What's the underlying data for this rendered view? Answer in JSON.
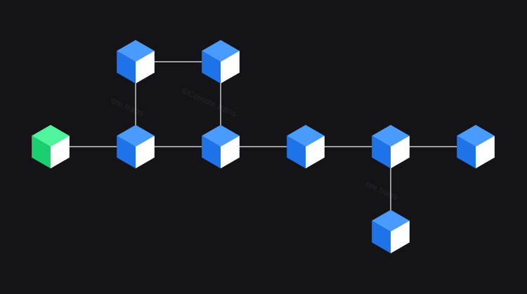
{
  "diagram": {
    "background": "#131318",
    "edge_color": "#f2f2f2",
    "node_colors": {
      "blue": {
        "top": "#4a9bff",
        "left": "#1f73e8",
        "right": "#ffffff"
      },
      "green": {
        "top": "#4ff59a",
        "left": "#1ccf6e",
        "right": "#ffffff"
      }
    },
    "nodes": [
      {
        "id": "genesis",
        "variant": "green",
        "icon": "genesis-block-icon"
      },
      {
        "id": "b1",
        "variant": "blue",
        "icon": "block-icon"
      },
      {
        "id": "b2",
        "variant": "blue",
        "icon": "block-icon"
      },
      {
        "id": "b3",
        "variant": "blue",
        "icon": "block-icon"
      },
      {
        "id": "b4",
        "variant": "blue",
        "icon": "block-icon"
      },
      {
        "id": "b5",
        "variant": "blue",
        "icon": "block-icon"
      },
      {
        "id": "b6",
        "variant": "blue",
        "icon": "block-icon"
      },
      {
        "id": "b7",
        "variant": "blue",
        "icon": "block-icon"
      },
      {
        "id": "b8",
        "variant": "blue",
        "icon": "block-icon"
      },
      {
        "id": "b9",
        "variant": "blue",
        "icon": "block-icon"
      }
    ],
    "edges": [
      [
        "genesis",
        "b1"
      ],
      [
        "b1",
        "b2"
      ],
      [
        "b2",
        "b5"
      ],
      [
        "b5",
        "b6"
      ],
      [
        "b6",
        "b7"
      ],
      [
        "b7",
        "b8"
      ],
      [
        "b1",
        "b3"
      ],
      [
        "b3",
        "b4"
      ],
      [
        "b4",
        "b2"
      ],
      [
        "b7",
        "b9"
      ]
    ]
  }
}
